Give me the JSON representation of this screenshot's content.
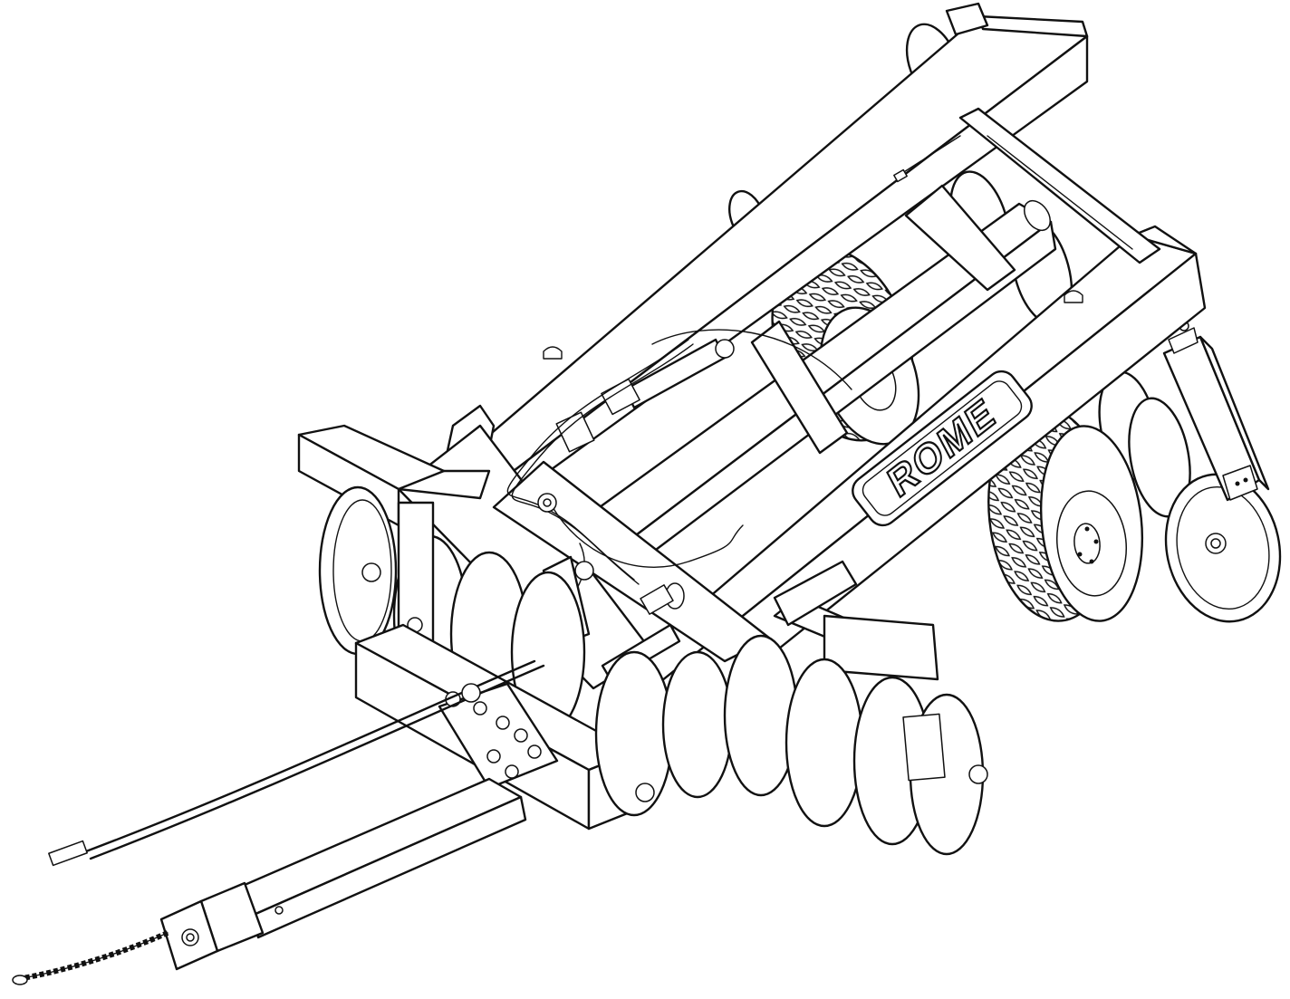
{
  "brand": {
    "logo_text": "ROME",
    "colors": {
      "line": "#111111",
      "background": "#ffffff"
    }
  },
  "parts": [
    "main-frame",
    "front-gang-frame",
    "rear-gang-frame",
    "transport-wheels",
    "disc-gangs",
    "hydraulic-cylinders",
    "hydraulic-hoses",
    "tongue",
    "hitch-clevis",
    "safety-chain",
    "hose-couplers"
  ]
}
